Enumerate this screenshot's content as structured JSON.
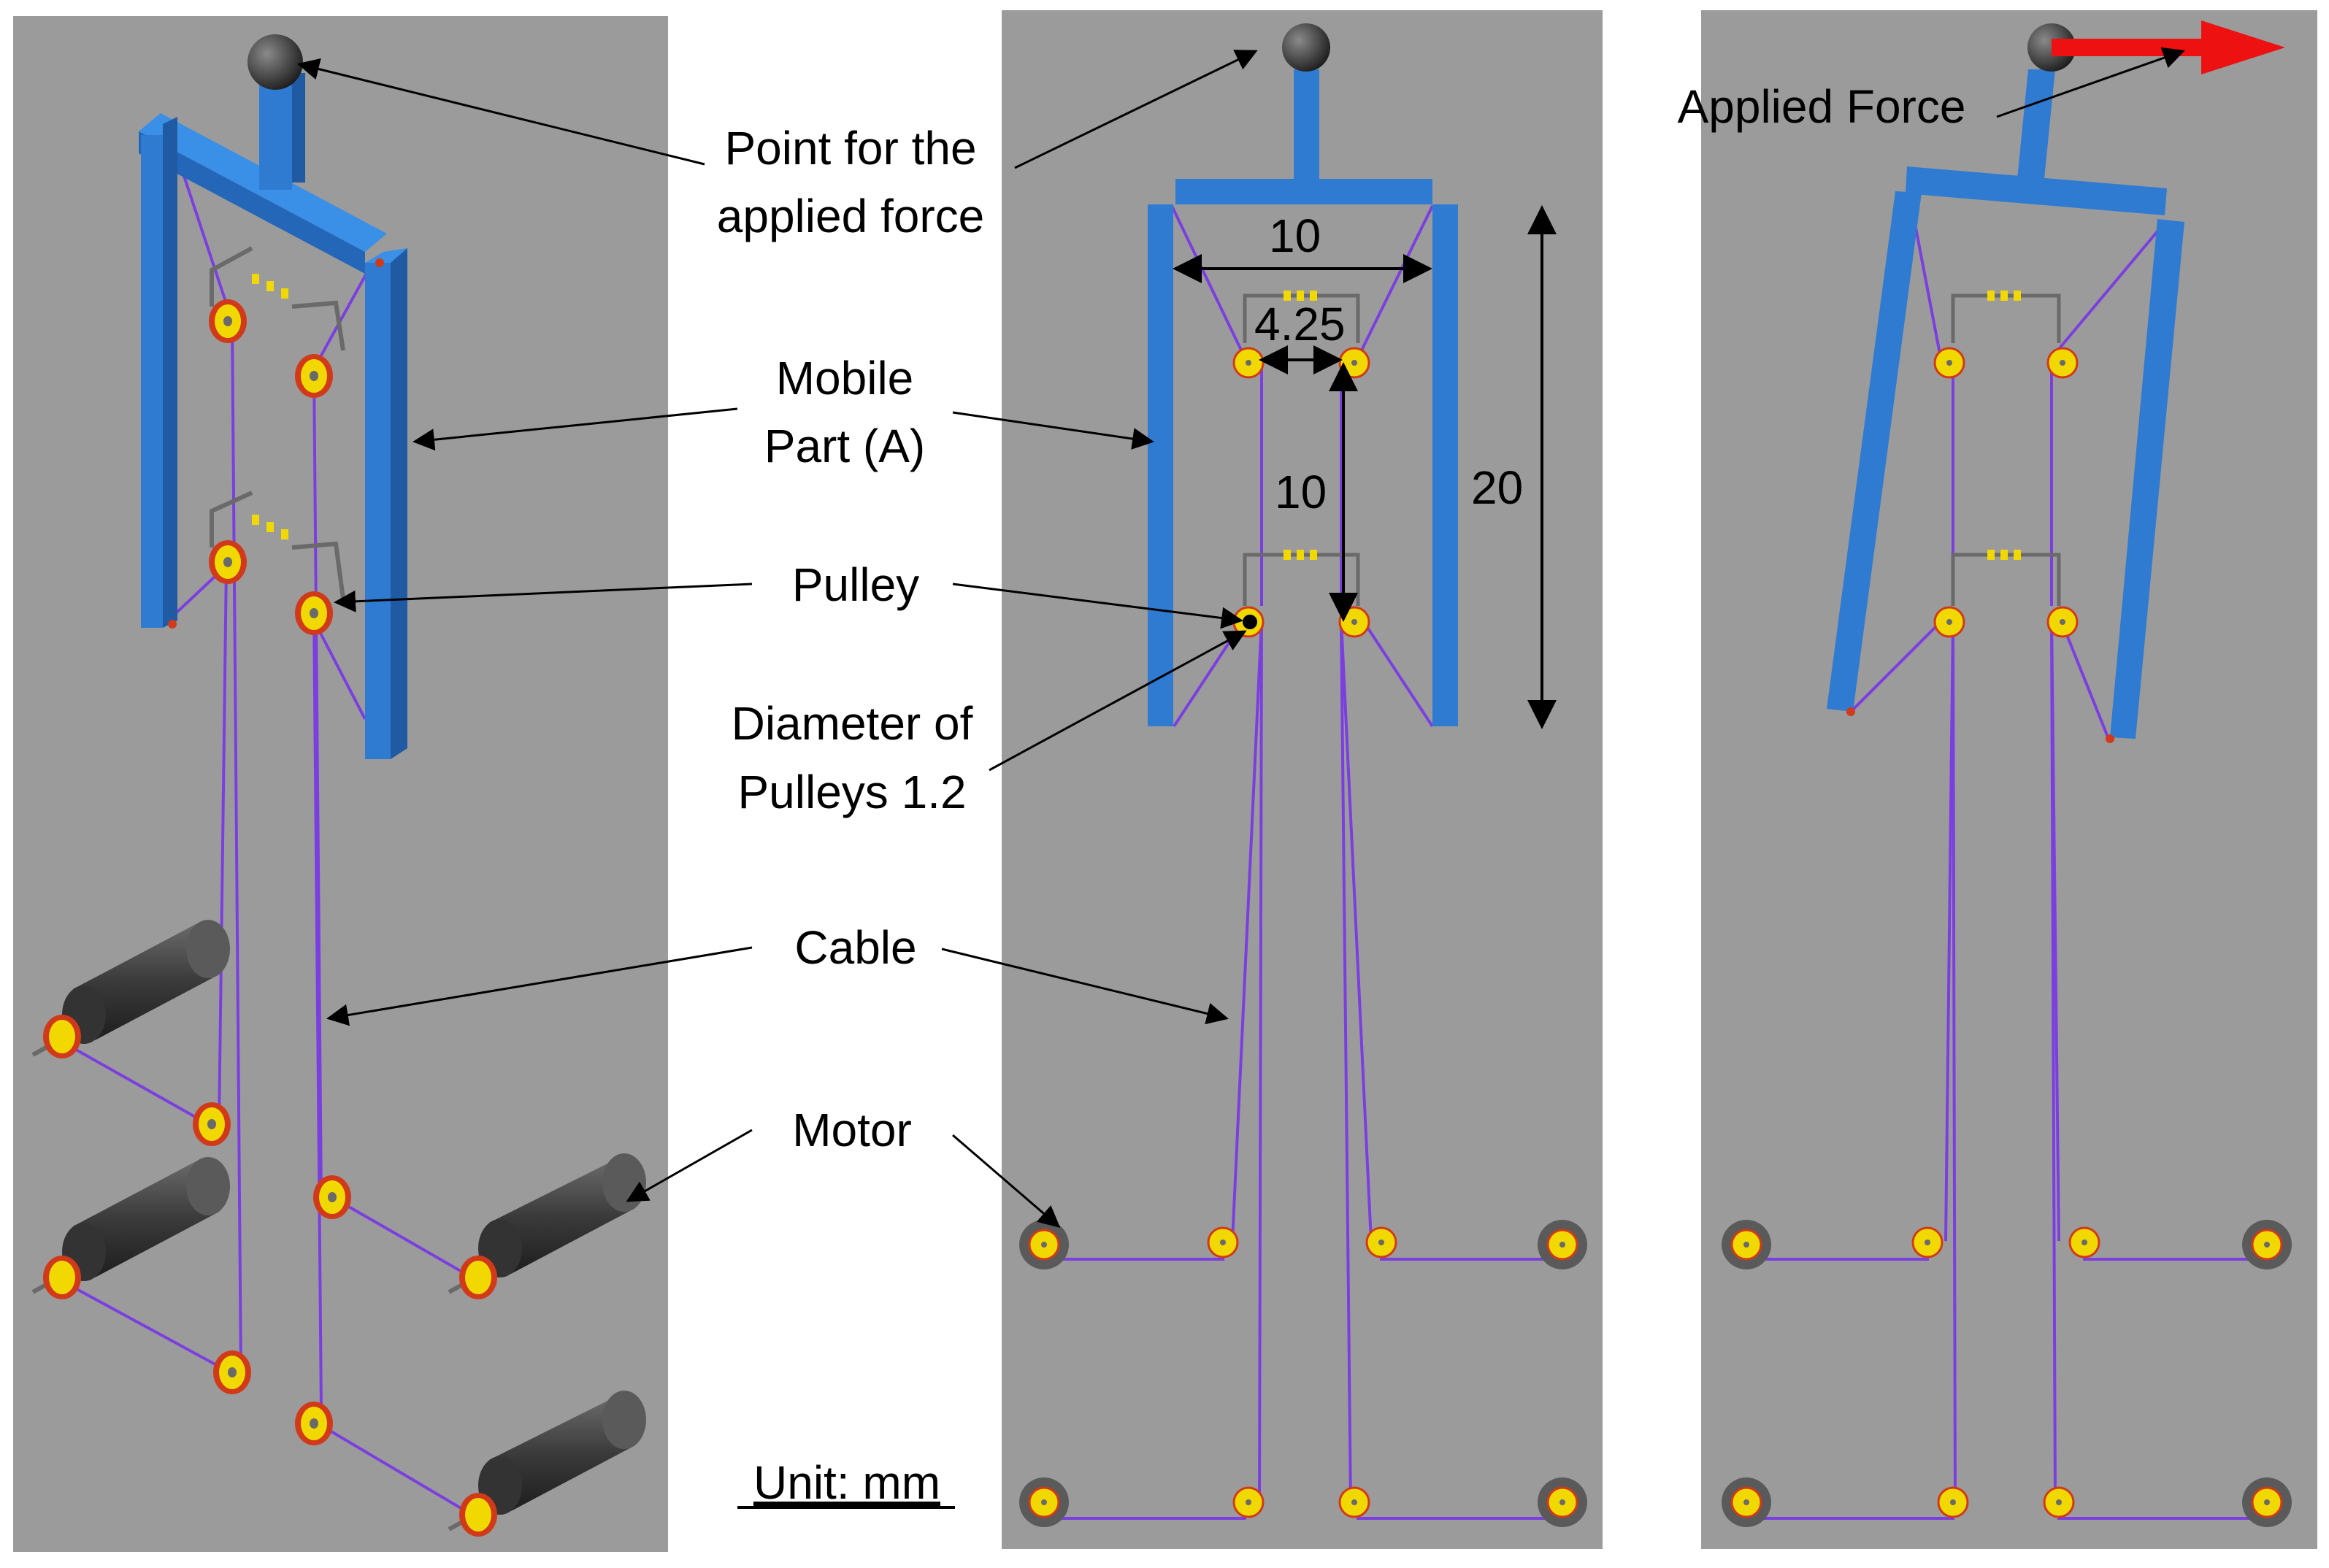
{
  "labels": {
    "point_line1": "Point for the",
    "point_line2": "applied force",
    "mobile_line1": "Mobile",
    "mobile_line2": "Part (A)",
    "pulley": "Pulley",
    "diameter_line1": "Diameter of",
    "diameter_line2": "Pulleys 1.2",
    "cable": "Cable",
    "motor": "Motor",
    "unit": "Unit: mm",
    "applied_force": "Applied Force"
  },
  "dimensions": {
    "top_width": "10",
    "pulley_gap": "4.25",
    "pulley_pitch": "10",
    "frame_height": "20"
  },
  "colors": {
    "panel_bg": "#9b9b9b",
    "frame": "#2f7bd1",
    "cable": "#7b3fe0",
    "pulley": "#f0d800",
    "pulley_rim": "#d03a1a",
    "motor": "#4a4a4a",
    "knob": "#3a3a3a",
    "force_arrow": "#ee1111"
  }
}
